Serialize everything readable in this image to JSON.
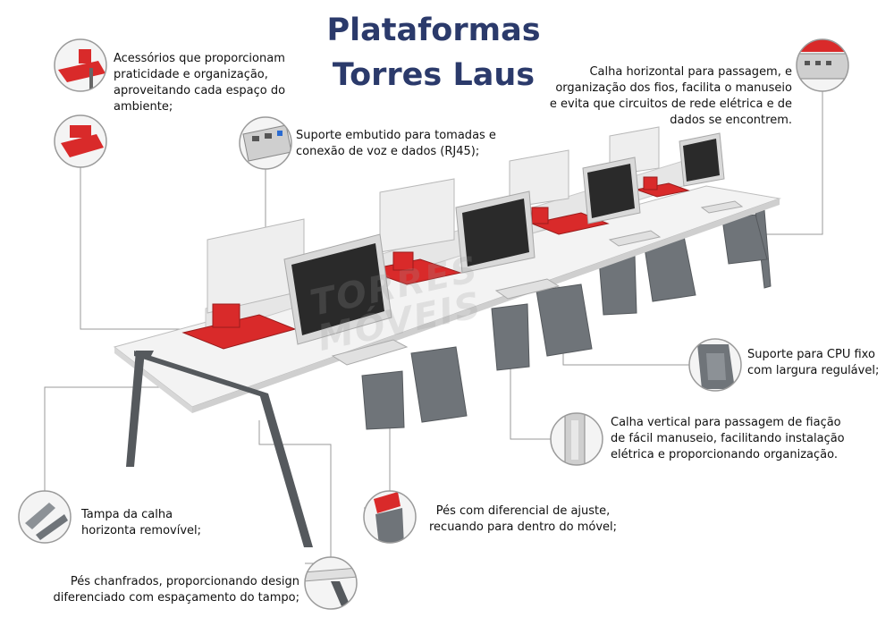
{
  "title": {
    "line1": "Plataformas",
    "line2": "Torres Laus"
  },
  "watermark": {
    "line1": "TORRES",
    "line2": "MÓVEIS"
  },
  "colors": {
    "title": "#2b3a6b",
    "accent_red": "#d92a2a",
    "metal": "#6f7479",
    "desktop": "#f3f3f3"
  },
  "callouts": {
    "accessories": [
      "Acessórios que proporcionam",
      "praticidade e organização,",
      "aproveitando cada espaço do",
      "ambiente;"
    ],
    "socket_support": [
      "Suporte embutido para tomadas e",
      "conexão de voz e dados (RJ45);"
    ],
    "horizontal_channel": [
      "Calha horizontal para passagem, e",
      "organização dos fios, facilita o manuseio",
      "e evita que circuitos de rede elétrica e de",
      "dados se encontrem."
    ],
    "cpu_support": [
      "Suporte para CPU fixo",
      "com largura regulável;"
    ],
    "vertical_channel": [
      "Calha vertical para passagem de fiação",
      "de fácil manuseio, facilitando instalação",
      "elétrica e proporcionando organização."
    ],
    "adjustable_feet": [
      "Pés com diferencial de ajuste,",
      "recuando para dentro do móvel;"
    ],
    "channel_cover": [
      "Tampa da calha",
      "horizonta removível;"
    ],
    "chamfered_feet": [
      "Pés chanfrados, proporcionando design",
      "diferenciado com espaçamento do tampo;"
    ]
  }
}
